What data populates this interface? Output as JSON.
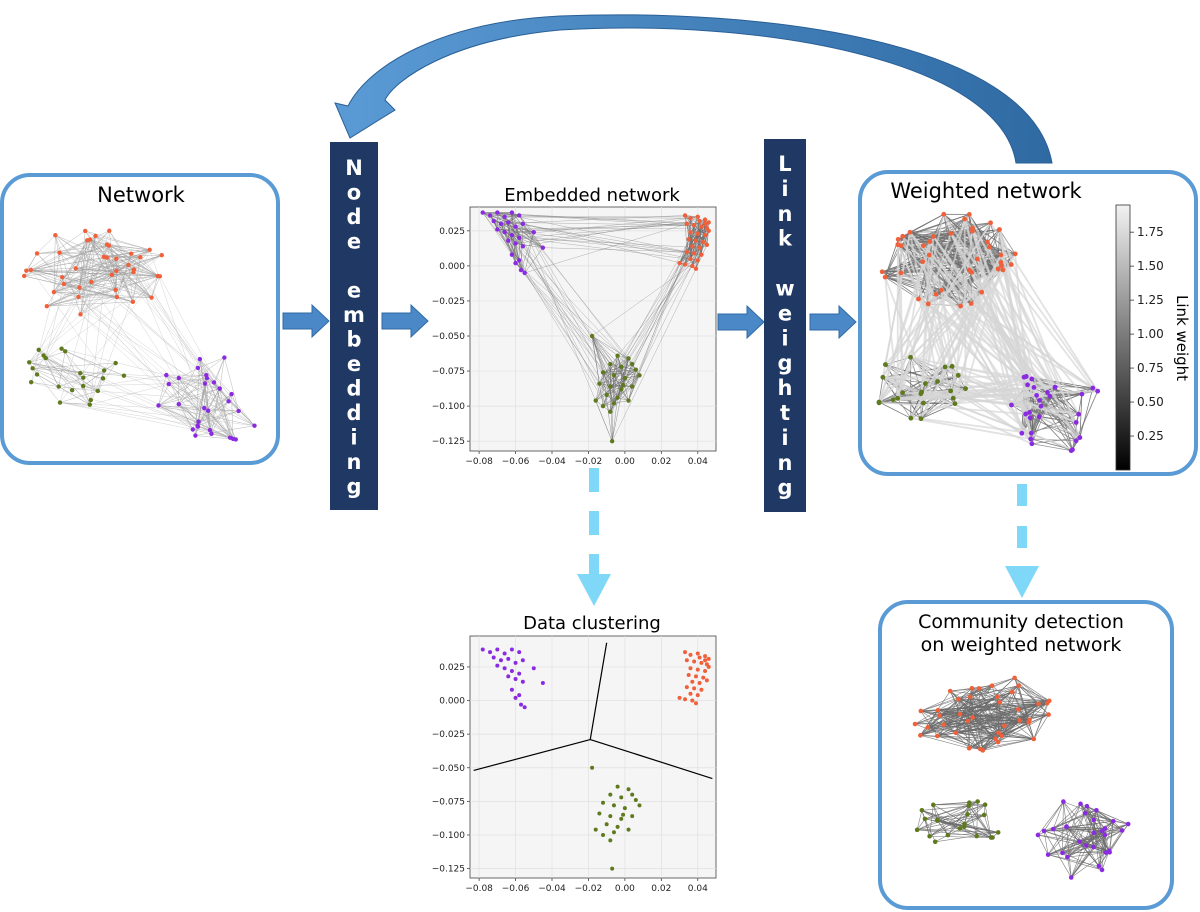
{
  "panels": {
    "network": {
      "title": "Network"
    },
    "embedded": {
      "title": "Embedded network"
    },
    "weighted": {
      "title": "Weighted network"
    },
    "clustering": {
      "title": "Data clustering"
    },
    "community": {
      "title_line1": "Community detection",
      "title_line2": "on weighted network"
    }
  },
  "steps": {
    "node_embedding": {
      "chars": [
        "N",
        "o",
        "d",
        "e",
        "",
        "e",
        "m",
        "b",
        "e",
        "d",
        "d",
        "i",
        "n",
        "g"
      ]
    },
    "link_weighting": {
      "chars": [
        "L",
        "i",
        "n",
        "k",
        "",
        "w",
        "e",
        "i",
        "g",
        "h",
        "t",
        "i",
        "n",
        "g"
      ]
    }
  },
  "colors": {
    "group_a": "#f0603a",
    "group_b": "#5f7a1e",
    "group_c": "#8a2be2",
    "panel_border": "#5a9bd5",
    "step_box": "#1f3864",
    "arrow": "#4a88c8",
    "dashed_arrow": "#7fd8f8"
  },
  "chart_data": [
    {
      "type": "scatter",
      "x_ticks": [
        "−0.08",
        "−0.06",
        "−0.04",
        "−0.02",
        "0.00",
        "0.02",
        "0.04"
      ],
      "y_ticks": [
        "0.025",
        "0.000",
        "−0.025",
        "−0.050",
        "−0.075",
        "−0.100",
        "−0.125"
      ],
      "xlim": [
        -0.085,
        0.05
      ],
      "ylim": [
        -0.132,
        0.042
      ],
      "grid": true,
      "series": [
        {
          "points": [
            [
              -0.078,
              0.038
            ],
            [
              -0.074,
              0.036
            ],
            [
              -0.07,
              0.038
            ],
            [
              -0.066,
              0.035
            ],
            [
              -0.062,
              0.038
            ],
            [
              -0.058,
              0.036
            ],
            [
              -0.072,
              0.032
            ],
            [
              -0.068,
              0.03
            ],
            [
              -0.064,
              0.031
            ],
            [
              -0.06,
              0.028
            ],
            [
              -0.056,
              0.03
            ],
            [
              -0.07,
              0.026
            ],
            [
              -0.066,
              0.024
            ],
            [
              -0.062,
              0.022
            ],
            [
              -0.058,
              0.02
            ],
            [
              -0.064,
              0.018
            ],
            [
              -0.06,
              0.016
            ],
            [
              -0.056,
              0.014
            ],
            [
              -0.045,
              0.013
            ],
            [
              -0.062,
              0.008
            ],
            [
              -0.058,
              0.004
            ],
            [
              -0.06,
              0.002
            ],
            [
              -0.057,
              -0.003
            ],
            [
              -0.055,
              -0.005
            ],
            [
              -0.05,
              0.024
            ]
          ]
        },
        {
          "points": [
            [
              0.033,
              0.036
            ],
            [
              0.036,
              0.034
            ],
            [
              0.04,
              0.035
            ],
            [
              0.044,
              0.033
            ],
            [
              0.046,
              0.031
            ],
            [
              0.034,
              0.03
            ],
            [
              0.038,
              0.029
            ],
            [
              0.042,
              0.028
            ],
            [
              0.045,
              0.027
            ],
            [
              0.036,
              0.024
            ],
            [
              0.04,
              0.023
            ],
            [
              0.044,
              0.022
            ],
            [
              0.046,
              0.025
            ],
            [
              0.035,
              0.019
            ],
            [
              0.039,
              0.018
            ],
            [
              0.043,
              0.017
            ],
            [
              0.037,
              0.014
            ],
            [
              0.041,
              0.013
            ],
            [
              0.045,
              0.015
            ],
            [
              0.034,
              0.01
            ],
            [
              0.038,
              0.009
            ],
            [
              0.042,
              0.008
            ],
            [
              0.036,
              0.005
            ],
            [
              0.04,
              0.004
            ],
            [
              0.033,
              0.001
            ],
            [
              0.037,
              0.0
            ],
            [
              0.039,
              -0.002
            ],
            [
              0.03,
              0.002
            ],
            [
              0.044,
              0.03
            ],
            [
              0.041,
              0.032
            ]
          ]
        },
        {
          "points": [
            [
              -0.018,
              -0.05
            ],
            [
              -0.004,
              -0.064
            ],
            [
              0.002,
              -0.066
            ],
            [
              -0.008,
              -0.07
            ],
            [
              -0.002,
              -0.072
            ],
            [
              0.006,
              -0.074
            ],
            [
              -0.012,
              -0.076
            ],
            [
              -0.006,
              -0.078
            ],
            [
              0.0,
              -0.08
            ],
            [
              0.008,
              -0.078
            ],
            [
              -0.014,
              -0.084
            ],
            [
              -0.008,
              -0.086
            ],
            [
              -0.002,
              -0.088
            ],
            [
              0.004,
              -0.086
            ],
            [
              -0.01,
              -0.092
            ],
            [
              -0.004,
              -0.094
            ],
            [
              0.002,
              -0.096
            ],
            [
              -0.012,
              -0.1
            ],
            [
              -0.006,
              -0.098
            ],
            [
              -0.008,
              -0.104
            ],
            [
              -0.016,
              -0.096
            ],
            [
              -0.007,
              -0.125
            ],
            [
              0.004,
              -0.07
            ],
            [
              -0.001,
              -0.085
            ]
          ]
        }
      ]
    },
    {
      "type": "scatter",
      "x_ticks": [
        "−0.08",
        "−0.06",
        "−0.04",
        "−0.02",
        "0.00",
        "0.02",
        "0.04"
      ],
      "y_ticks": [
        "0.025",
        "0.000",
        "−0.025",
        "−0.050",
        "−0.075",
        "−0.100",
        "−0.125"
      ],
      "xlim": [
        -0.085,
        0.05
      ],
      "ylim": [
        -0.132,
        0.048
      ],
      "grid": true,
      "boundary_center": [
        -0.019,
        -0.029
      ],
      "boundary_ends": [
        [
          -0.083,
          -0.052
        ],
        [
          -0.01,
          0.043
        ],
        [
          0.048,
          -0.058
        ]
      ]
    },
    {
      "type": "heatmap",
      "colorbar_label": "Link weight",
      "colorbar_ticks": [
        "1.75",
        "1.50",
        "1.25",
        "1.00",
        "0.75",
        "0.50",
        "0.25"
      ],
      "range": [
        0.0,
        1.95
      ]
    }
  ]
}
